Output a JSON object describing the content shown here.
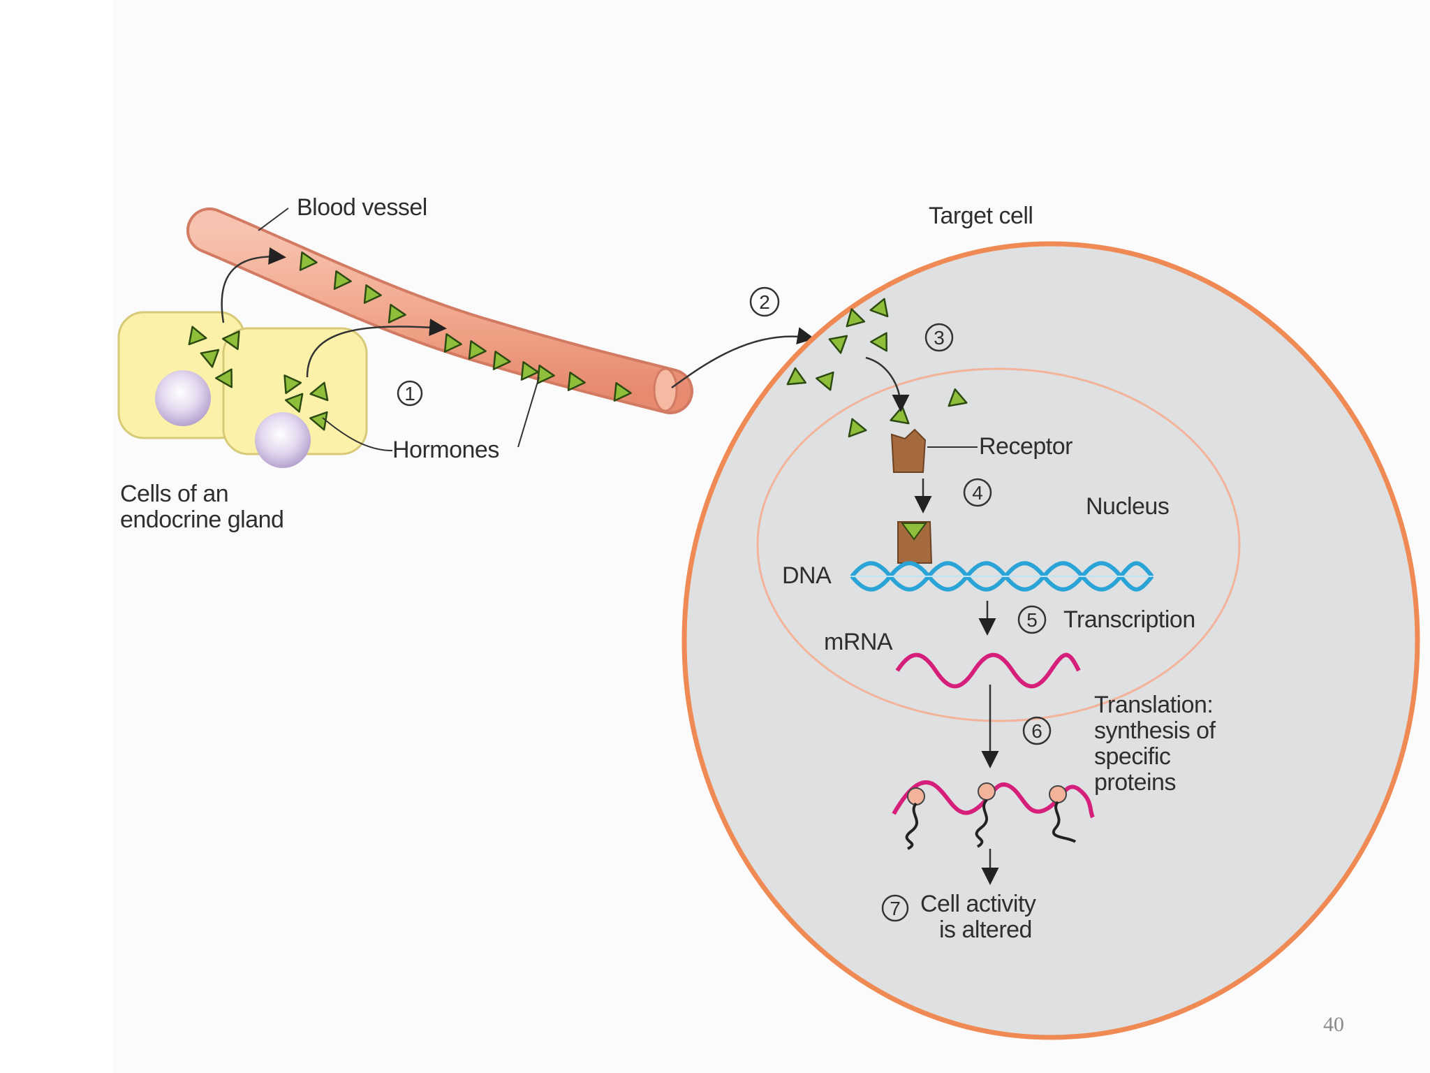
{
  "labels": {
    "blood_vessel": "Blood vessel",
    "target_cell": "Target cell",
    "hormones": "Hormones",
    "gland_line1": "Cells of an",
    "gland_line2": "endocrine gland",
    "receptor": "Receptor",
    "nucleus": "Nucleus",
    "dna": "DNA",
    "mrna": "mRNA",
    "transcription": "Transcription",
    "translation_line1": "Translation:",
    "translation_line2": "synthesis of",
    "translation_line3": "specific",
    "translation_line4": "proteins",
    "cell_activity_line1": "Cell activity",
    "cell_activity_line2": "is altered"
  },
  "steps": [
    "1",
    "2",
    "3",
    "4",
    "5",
    "6",
    "7"
  ],
  "slide_number": "40",
  "colors": {
    "vessel": "#f2a98e",
    "vessel_edge": "#d9806a",
    "gland_cell": "#fbf1a8",
    "gland_edge": "#d7c978",
    "nucleus_purple": "#d9cde8",
    "hormone": "#8fbf3a",
    "target_membrane": "#f08a55",
    "target_fill": "#dfe0e1",
    "nuclear_envelope": "#f3b39a",
    "receptor": "#a56a3e",
    "dna": "#2aa3d6",
    "mrna": "#d61f7b"
  }
}
